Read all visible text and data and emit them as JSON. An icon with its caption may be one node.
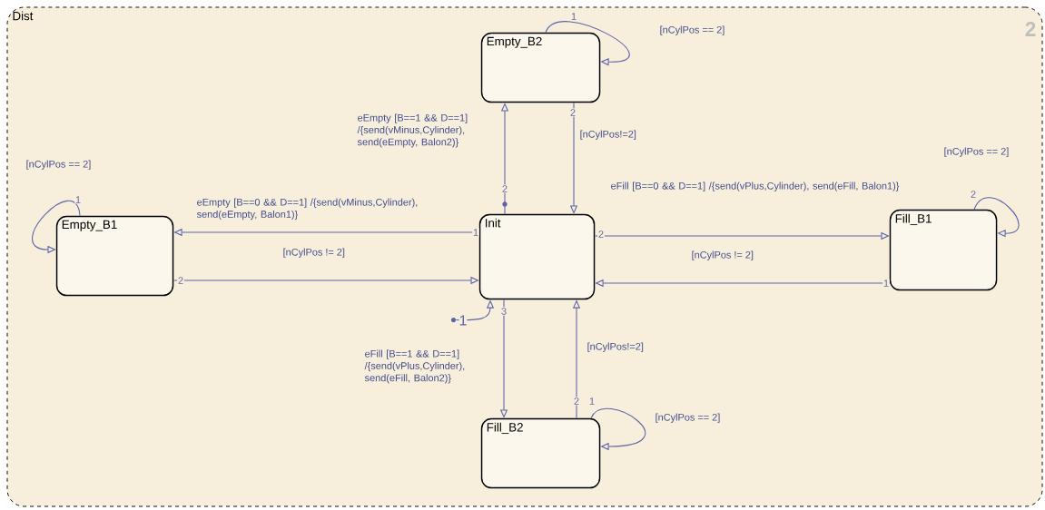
{
  "diagram": {
    "nodes": [
      {
        "text": [
          "Dist"
        ]
      },
      {
        "text": [
          "Empty_B2"
        ],
        "in": 0
      },
      {
        "text": [
          "Empty_B1"
        ],
        "in": 0
      },
      {
        "text": [
          "Init"
        ],
        "in": 0
      },
      {
        "text": [
          "Fill_B1"
        ],
        "in": 0
      },
      {
        "text": [
          "Fill_B2"
        ],
        "in": 0
      },
      {
        "text": [],
        "shape": "circle",
        "in": 0
      }
    ],
    "edges": [
      {
        "from": 3,
        "to": 1,
        "arrow": "to",
        "label": "eEmpty [B==1 && D==1] /{send(vMinus,Cylinder), send(eEmpty, Balon2)}"
      },
      {
        "from": 1,
        "to": 3,
        "arrow": "to",
        "label": "[nCylPos!=2]"
      },
      {
        "from": 1,
        "to": 1,
        "arrow": "to",
        "label": "[nCylPos == 2]"
      },
      {
        "from": 2,
        "to": 2,
        "arrow": "to",
        "label": "[nCylPos == 2]"
      },
      {
        "from": 3,
        "to": 2,
        "arrow": "to",
        "label": "eEmpty [B==0 && D==1] /{send(vMinus,Cylinder), send(eEmpty, Balon1)}"
      },
      {
        "from": 2,
        "to": 3,
        "arrow": "to",
        "label": "[nCylPos != 2]"
      },
      {
        "from": 3,
        "to": 4,
        "arrow": "to",
        "label": "eFill [B==0 && D==1] /{send(vPlus,Cylinder), send(eFill, Balon1)}"
      },
      {
        "from": 4,
        "to": 4,
        "arrow": "to",
        "label": "[nCylPos == 2]"
      },
      {
        "from": 4,
        "to": 3,
        "arrow": "to",
        "label": "[nCylPos != 2]"
      },
      {
        "from": 3,
        "to": 5,
        "arrow": "to",
        "label": "eFill [B==1 && D==1] /{send(vPlus,Cylinder), send(eFill, Balon2)}"
      },
      {
        "from": 5,
        "to": 3,
        "arrow": "to",
        "label": "[nCylPos!=2]"
      },
      {
        "from": 5,
        "to": 5,
        "arrow": "to",
        "label": "[nCylPos == 2]"
      },
      {
        "from": 6,
        "to": 3,
        "arrow": "to"
      }
    ],
    "labels": [
      "2",
      "1",
      "2",
      "1",
      "2",
      "1",
      "2",
      "2",
      "2",
      "1",
      "1",
      "3",
      "2",
      "1"
    ]
  }
}
